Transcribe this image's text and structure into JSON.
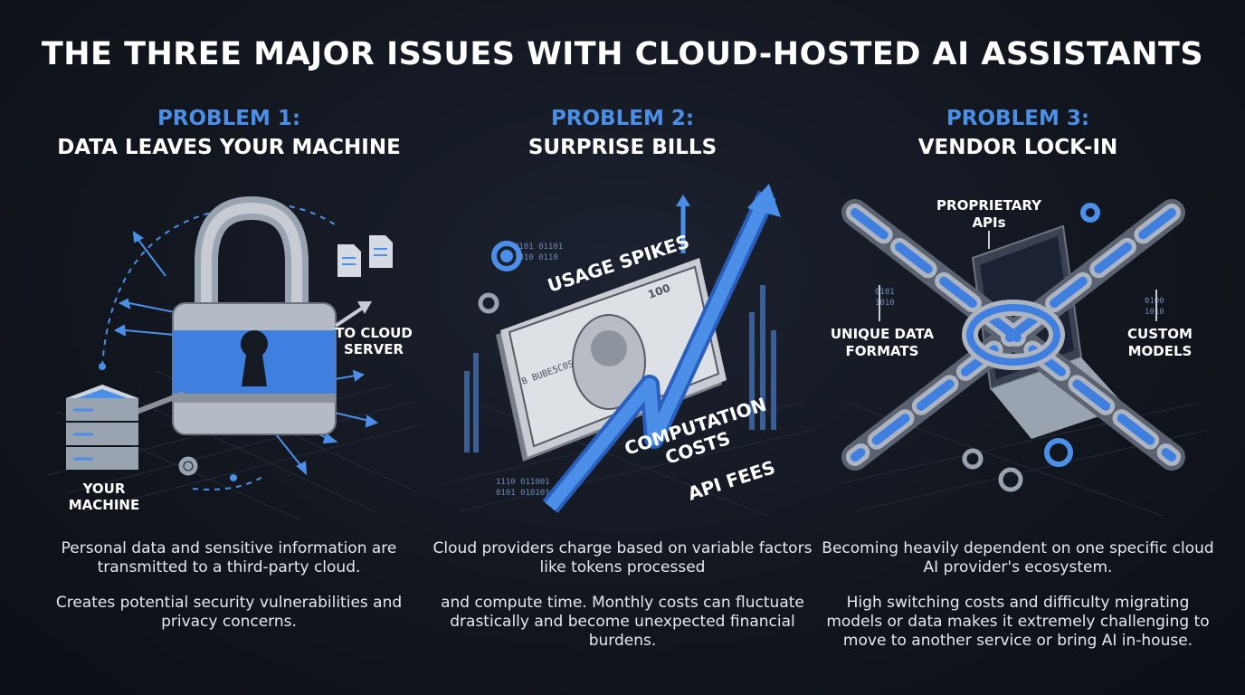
{
  "title": "THE THREE MAJOR ISSUES WITH CLOUD-HOSTED AI ASSISTANTS",
  "colors": {
    "accent": "#4c8fe8",
    "background": "#11151d",
    "text": "#ffffff"
  },
  "problems": [
    {
      "number": "PROBLEM 1:",
      "title": "DATA LEAVES YOUR MACHINE",
      "labels": {
        "your_machine_1": "YOUR",
        "your_machine_2": "MACHINE",
        "cloud_1": "TO CLOUD",
        "cloud_2": "SERVER"
      },
      "desc1": "Personal data and sensitive information are transmitted to a third-party cloud.",
      "desc2": "Creates potential security vulnerabilities and privacy concerns.",
      "icons": [
        "padlock-icon",
        "server-icon",
        "document-icon",
        "gear-icon"
      ]
    },
    {
      "number": "PROBLEM 2:",
      "title": "SURPRISE BILLS",
      "labels": {
        "usage": "USAGE SPIKES",
        "computation_1": "COMPUTATION",
        "computation_2": "COSTS",
        "api": "API FEES"
      },
      "desc1": "Cloud providers charge based on variable factors like tokens processed",
      "desc2": "and compute time. Monthly costs can fluctuate drastically and become unexpected financial burdens.",
      "icons": [
        "banknote-icon",
        "arrow-up-icon",
        "gear-icon"
      ]
    },
    {
      "number": "PROBLEM 3:",
      "title": "VENDOR LOCK-IN",
      "labels": {
        "proprietary_1": "PROPRIETARY",
        "proprietary_2": "APIs",
        "unique_1": "UNIQUE DATA",
        "unique_2": "FORMATS",
        "custom_1": "CUSTOM",
        "custom_2": "MODELS"
      },
      "desc1": "Becoming heavily dependent on one specific cloud AI provider's ecosystem.",
      "desc2": "High switching costs and difficulty migrating models or data makes it extremely challenging to move to another service or bring AI in-house.",
      "icons": [
        "chain-icon",
        "laptop-icon",
        "gear-icon"
      ]
    }
  ]
}
